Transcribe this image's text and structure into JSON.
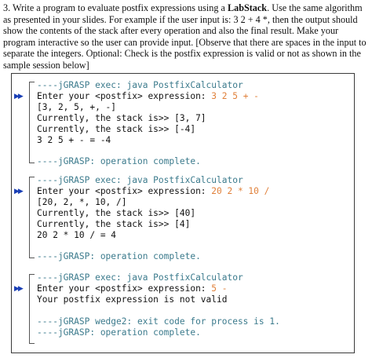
{
  "prompt": {
    "number": "3.",
    "part1": "Write a program to evaluate postfix expressions using a",
    "bold": "LabStack",
    "part2": ". Use the same algorithm as presented in your slides. For example if the user input is: 3 2 + 4 *, then the output should show the contents of the stack after every operation and also the final result. Make your program interactive so the user can provide input. [Observe that there are spaces in the input to separate the integers. Optional: Check is the postfix expression is valid or not as shown in the sample session below]"
  },
  "console": {
    "runs": [
      {
        "exec": "----jGRASP exec: java PostfixCalculator",
        "prompt": "Enter your <postfix> expression: ",
        "input": "3 2 5 + -",
        "output": [
          "[3, 2, 5, +, -]",
          "Currently, the stack is>> [3, 7]",
          "Currently, the stack is>> [-4]",
          "3 2 5 + - = -4"
        ],
        "footer": [
          "----jGRASP: operation complete."
        ]
      },
      {
        "exec": "----jGRASP exec: java PostfixCalculator",
        "prompt": "Enter your <postfix> expression: ",
        "input": "20 2 * 10 /",
        "output": [
          "[20, 2, *, 10, /]",
          "Currently, the stack is>> [40]",
          "Currently, the stack is>> [4]",
          "20 2 * 10 / = 4"
        ],
        "footer": [
          "----jGRASP: operation complete."
        ]
      },
      {
        "exec": "----jGRASP exec: java PostfixCalculator",
        "prompt": "Enter your <postfix> expression: ",
        "input": "5 -",
        "output": [
          "Your postfix expression is not valid"
        ],
        "footer": [
          "----jGRASP wedge2: exit code for process is 1.",
          "----jGRASP: operation complete."
        ]
      }
    ],
    "arrow_glyph": "▶▶",
    "colors": {
      "grasp": "#3b7a8c",
      "input": "#e0803a",
      "arrow": "#1a3fb5"
    }
  }
}
